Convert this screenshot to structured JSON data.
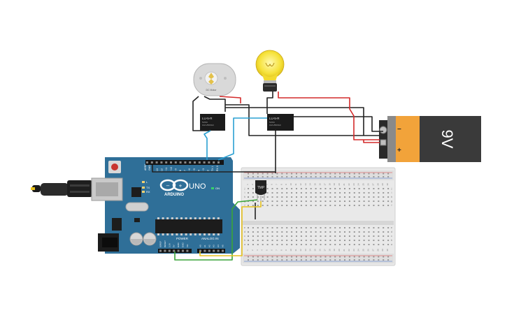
{
  "arduino": {
    "logo_text": "ARDUINO",
    "model_text": "UNO",
    "on_label": "ON",
    "power_label": "POWER",
    "analog_label": "ANALOG IN",
    "tx_label": "TX",
    "rx_label": "RX",
    "l_label": "L",
    "aref_label": "AREF",
    "gnd_label": "GND",
    "digital_pins": [
      "13",
      "12",
      "~11",
      "~10",
      "~9",
      "8",
      "7",
      "~6",
      "~5",
      "4",
      "~3",
      "2",
      "TX 1",
      "RX 0"
    ],
    "power_pins": [
      "IOREF",
      "RESET",
      "3.3V",
      "5V",
      "GND",
      "GND",
      "Vin"
    ],
    "analog_pins": [
      "A0",
      "A1",
      "A2",
      "A3",
      "A4",
      "A5"
    ]
  },
  "relays": [
    {
      "title": "LU-5-R",
      "spec1": "5VDC",
      "spec2": "10A 250VAC"
    },
    {
      "title": "LU-5-R",
      "spec1": "5VDC",
      "spec2": "10A 250VAC"
    }
  ],
  "motor": {
    "label": "DC Motor"
  },
  "sensor": {
    "label": "TMP"
  },
  "battery": {
    "label": "9V",
    "minus": "−",
    "plus": "+"
  },
  "breadboard": {
    "row_letters_top": [
      "j",
      "i",
      "h",
      "g",
      "f"
    ],
    "row_letters_bottom": [
      "e",
      "d",
      "c",
      "b",
      "a"
    ],
    "column_numbers": [
      "1",
      "2",
      "3",
      "4",
      "5",
      "6",
      "7",
      "8",
      "9",
      "10",
      "11",
      "12",
      "13",
      "14",
      "15",
      "16",
      "17",
      "18",
      "19",
      "20",
      "21",
      "22",
      "23",
      "24",
      "25",
      "26",
      "27",
      "28",
      "29",
      "30"
    ]
  },
  "colors": {
    "board": "#2f6f98",
    "wire_red": "#d42a2a",
    "wire_black": "#222222",
    "wire_blue": "#2aa0d2",
    "wire_green": "#3aa43a",
    "wire_yellow": "#e8c21d",
    "battery_body": "#3a3a3a",
    "battery_band": "#f2a33a"
  }
}
